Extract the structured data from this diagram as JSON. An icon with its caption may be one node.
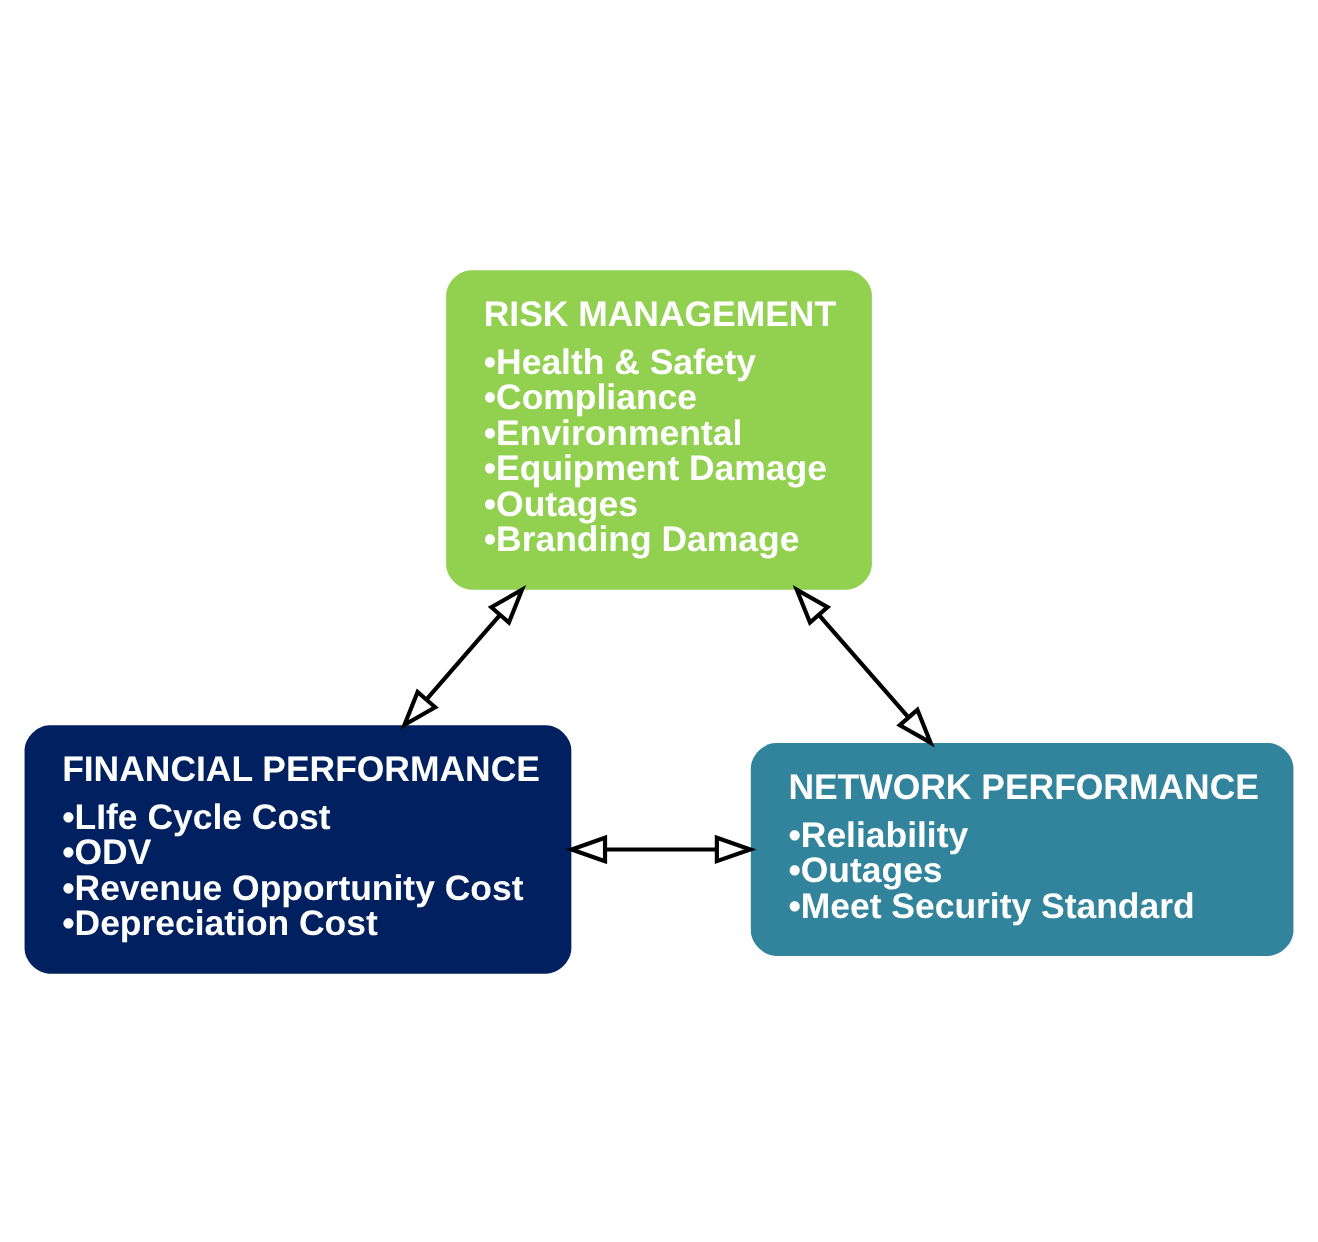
{
  "diagram": {
    "nodes": [
      {
        "text": [
          "RISK MANAGEMENT",
          "•Health & Safety",
          "•Compliance",
          "•Environmental",
          "•Equipment Damage",
          "•Outages",
          "•Branding Damage"
        ]
      },
      {
        "text": [
          "FINANCIAL PERFORMANCE",
          "•LIfe Cycle Cost",
          "•ODV",
          "•Revenue Opportunity Cost",
          "•Depreciation Cost"
        ]
      },
      {
        "text": [
          "NETWORK PERFORMANCE",
          "•Reliability",
          "•Outages",
          "•Meet Security Standard"
        ]
      }
    ],
    "edges": [
      {
        "from": 0,
        "to": 1,
        "arrow": "both"
      },
      {
        "from": 0,
        "to": 2,
        "arrow": "both"
      },
      {
        "from": 1,
        "to": 2,
        "arrow": "both"
      }
    ]
  }
}
